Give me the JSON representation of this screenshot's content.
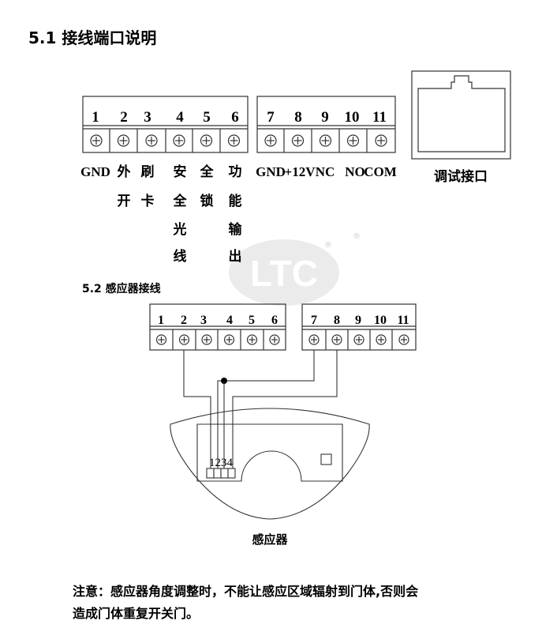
{
  "section_title": "5.1 接线端口说明",
  "terminal_block_top": {
    "left_numbers": [
      "1",
      "2",
      "3",
      "4",
      "5",
      "6"
    ],
    "right_numbers": [
      "7",
      "8",
      "9",
      "10",
      "11"
    ],
    "left_labels": [
      [
        "GND"
      ],
      [
        "外",
        "开"
      ],
      [
        "刷",
        "卡"
      ],
      [
        "安",
        "全",
        "光",
        "线"
      ],
      [
        "全",
        "锁"
      ],
      [
        "功",
        "能",
        "输",
        "出"
      ]
    ],
    "right_labels": [
      "GND",
      "+12V",
      "NC",
      "NO",
      "COM"
    ]
  },
  "debug_port_label": "调试接口",
  "watermark": {
    "text": "LTC",
    "registered": "®"
  },
  "subsection_title": "5.2 感应器接线",
  "terminal_block_bottom": {
    "left_numbers": [
      "1",
      "2",
      "3",
      "4",
      "5",
      "6"
    ],
    "right_numbers": [
      "7",
      "8",
      "9",
      "10",
      "11"
    ]
  },
  "sensor": {
    "pins_label": "1234",
    "label": "感应器"
  },
  "note": {
    "line1": "注意：感应器角度调整时，不能让感应区域辐射到门体,否则会",
    "line2": "造成门体重复开关门。"
  }
}
